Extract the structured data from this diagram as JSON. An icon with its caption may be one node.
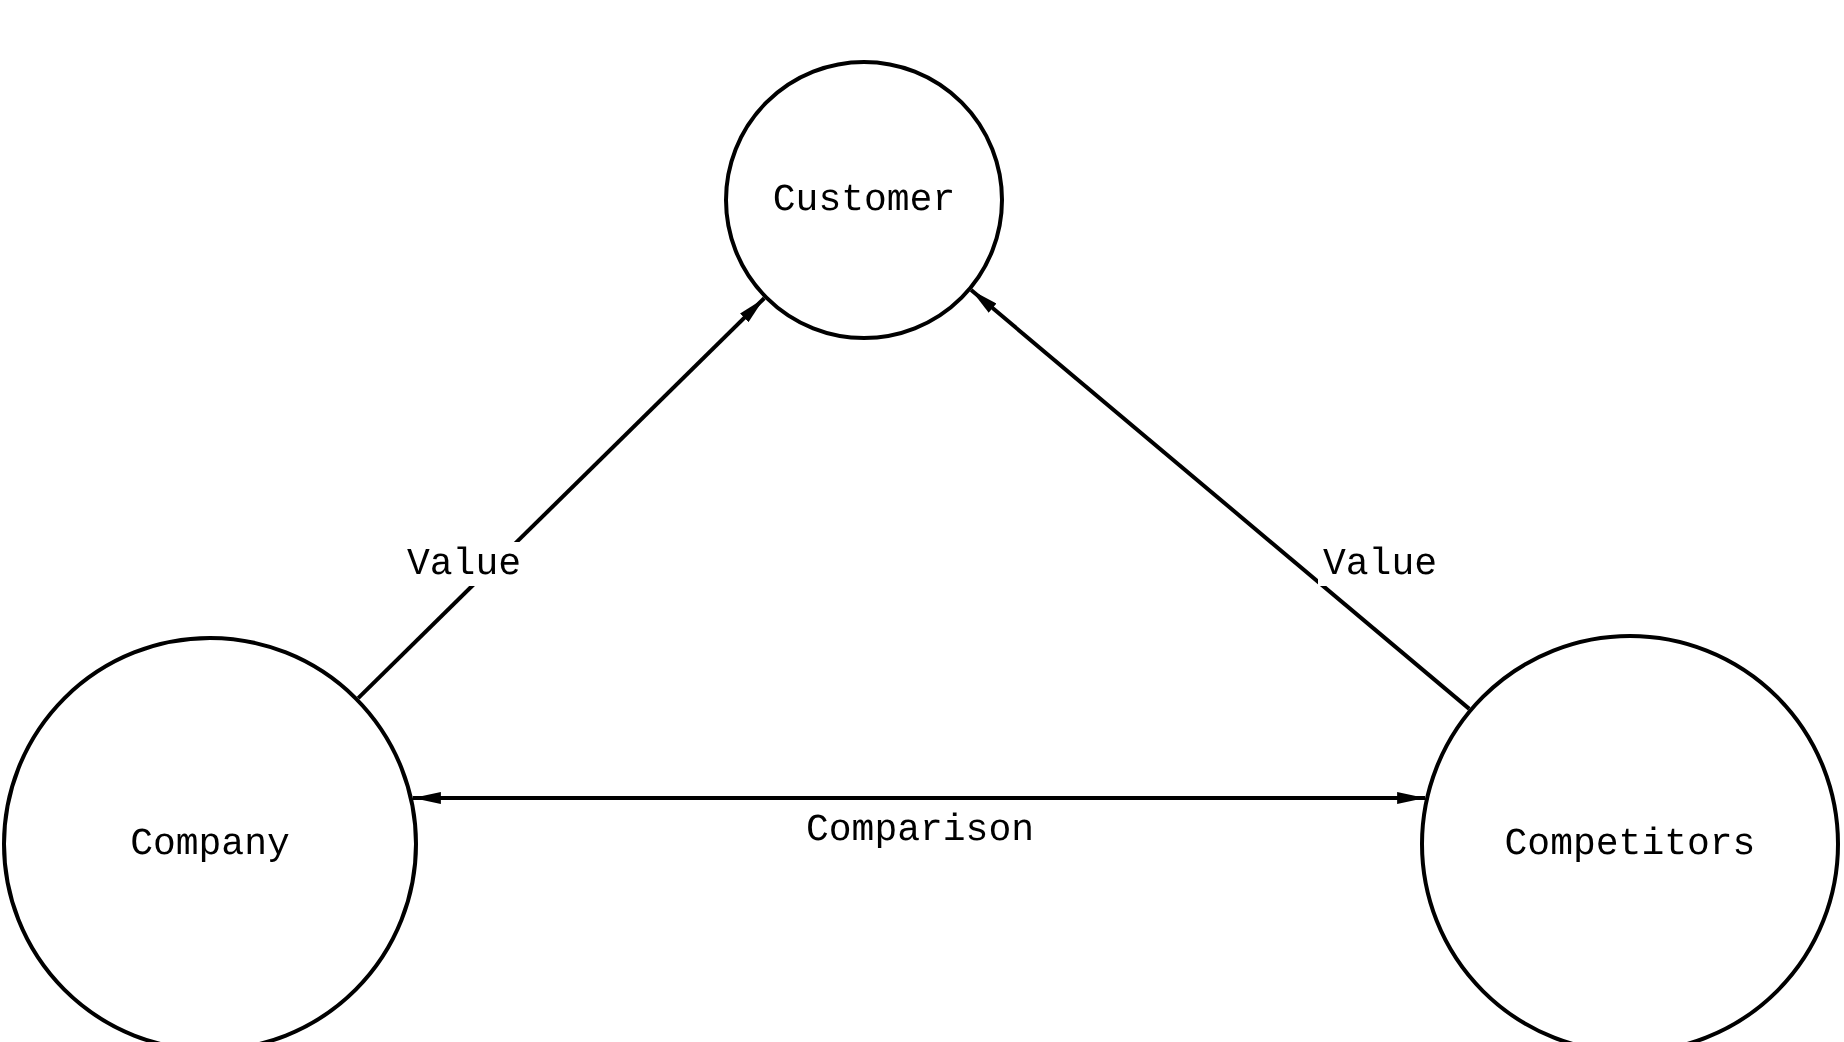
{
  "diagram": {
    "nodes": [
      {
        "text": [
          "Customer"
        ]
      },
      {
        "text": [
          "Company"
        ]
      },
      {
        "text": [
          "Competitors"
        ]
      }
    ],
    "edges": [
      {
        "from": 1,
        "to": 0,
        "arrow": "to",
        "label": "Value"
      },
      {
        "from": 2,
        "to": 0,
        "arrow": "to",
        "label": "Value"
      },
      {
        "from": 1,
        "to": 2,
        "arrow": "both",
        "label": "Comparison"
      }
    ]
  }
}
